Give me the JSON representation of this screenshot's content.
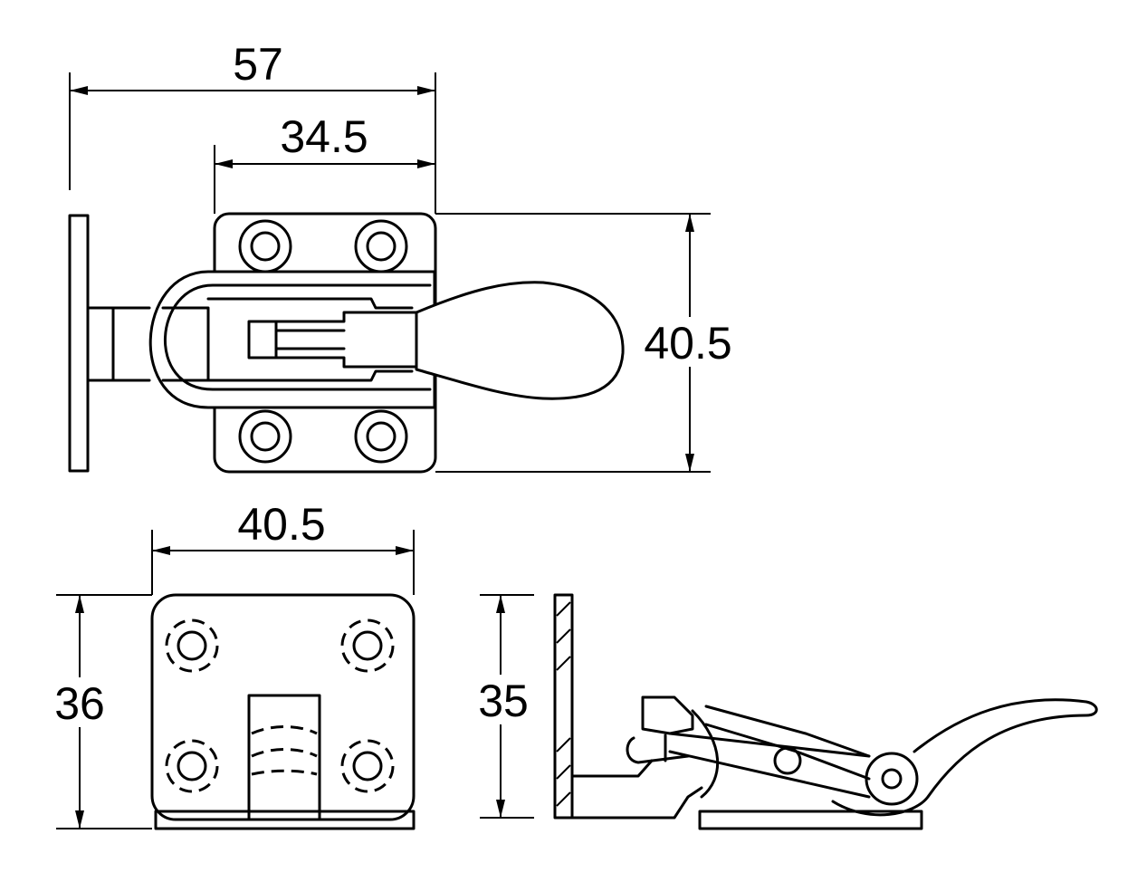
{
  "title": "Toggle clamp dimensional drawing",
  "dimensions": {
    "top_overall_length": "57",
    "top_base_length": "34.5",
    "top_base_height": "40.5",
    "front_width": "40.5",
    "front_height": "36",
    "side_height": "35"
  },
  "colors": {
    "line": "#000000",
    "background": "#ffffff"
  }
}
